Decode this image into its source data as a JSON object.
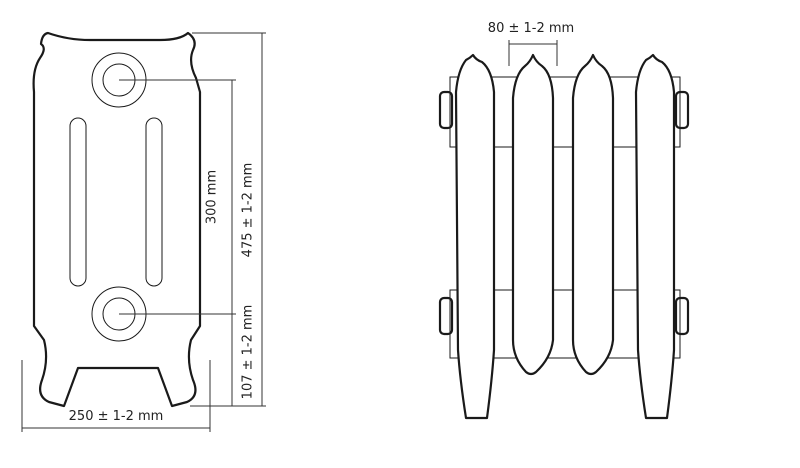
{
  "front_view": {
    "dim_width": "250 ± 1-2 mm",
    "dim_axis": "300 mm",
    "dim_height": "475 ± 1-2 mm",
    "dim_foot": "107 ± 1-2 mm"
  },
  "side_view": {
    "dim_pitch": "80 ± 1-2 mm"
  }
}
